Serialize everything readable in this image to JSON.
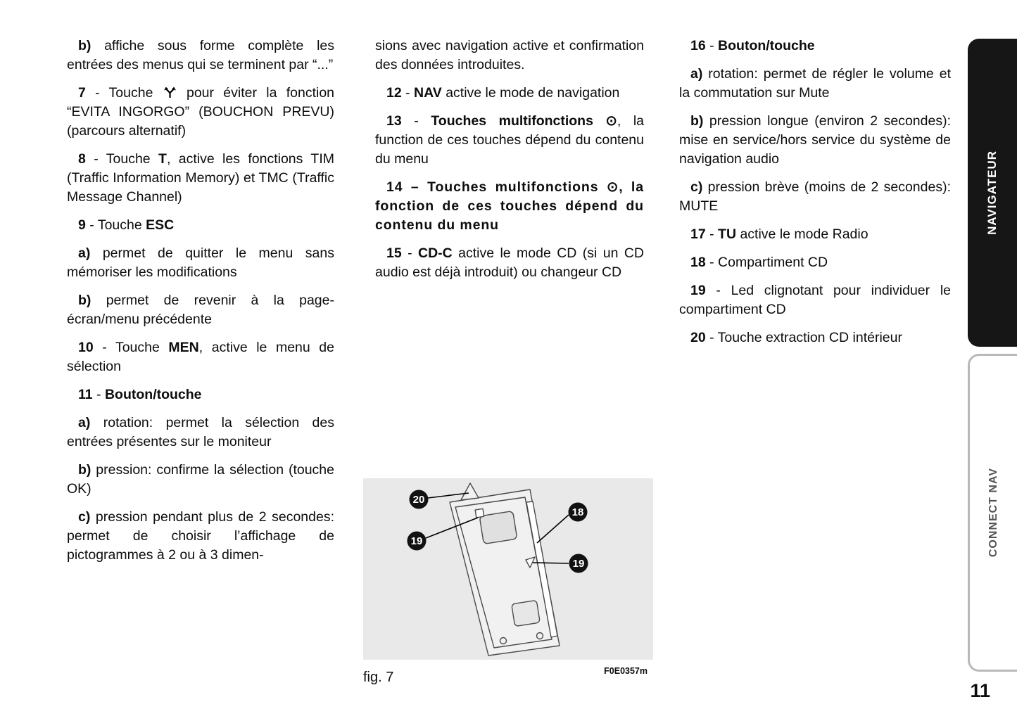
{
  "page": {
    "number": "11"
  },
  "sidebar": {
    "tab_top": {
      "label": "NAVIGATEUR"
    },
    "tab_bottom": {
      "label": "CONNECT NAV"
    }
  },
  "figure": {
    "label": "fig. 7",
    "code": "F0E0357m",
    "callouts": [
      "20",
      "19",
      "18",
      "19"
    ]
  },
  "columns": {
    "col1": {
      "paragraphs": [
        {
          "segments": [
            {
              "t": "b)",
              "b": true
            },
            {
              "t": " affiche sous forme complète les entrées des menus qui se terminent par “...”"
            }
          ]
        },
        {
          "segments": [
            {
              "t": "7",
              "b": true
            },
            {
              "t": " - Touche "
            },
            {
              "icon": "detour-icon"
            },
            {
              "t": " pour éviter la fonction “EVITA INGORGO” (BOUCHON PREVU) (parcours alternatif)"
            }
          ]
        },
        {
          "segments": [
            {
              "t": "8",
              "b": true
            },
            {
              "t": " - Touche "
            },
            {
              "t": "T",
              "b": true
            },
            {
              "t": ", active les fonctions TIM (Traffic Information Memory) et TMC (Traffic Message Channel)"
            }
          ]
        },
        {
          "segments": [
            {
              "t": "9",
              "b": true
            },
            {
              "t": " - Touche "
            },
            {
              "t": "ESC",
              "b": true
            }
          ]
        },
        {
          "segments": [
            {
              "t": "a)",
              "b": true
            },
            {
              "t": " permet de quitter le menu sans mémoriser les modifications"
            }
          ]
        },
        {
          "segments": [
            {
              "t": "b)",
              "b": true
            },
            {
              "t": " permet de revenir à la page-écran/menu précédente"
            }
          ]
        },
        {
          "segments": [
            {
              "t": "10",
              "b": true
            },
            {
              "t": " - Touche "
            },
            {
              "t": "MEN",
              "b": true
            },
            {
              "t": ", active le menu de sélection"
            }
          ]
        },
        {
          "segments": [
            {
              "t": "11",
              "b": true
            },
            {
              "t": " - "
            },
            {
              "t": "Bouton/touche",
              "b": true
            }
          ]
        },
        {
          "segments": [
            {
              "t": "a)",
              "b": true
            },
            {
              "t": " rotation: permet la sélection des entrées présentes sur le moniteur"
            }
          ]
        },
        {
          "segments": [
            {
              "t": "b)",
              "b": true
            },
            {
              "t": " pression: confirme la sélection (touche OK)"
            }
          ]
        },
        {
          "segments": [
            {
              "t": "c)",
              "b": true
            },
            {
              "t": " pression pendant plus de 2 secondes: permet de choisir l’affichage de pictogrammes à 2 ou à 3 dimen-"
            }
          ]
        }
      ]
    },
    "col2": {
      "paragraphs": [
        {
          "indent": false,
          "segments": [
            {
              "t": "sions avec navigation active et confirmation des données introduites."
            }
          ]
        },
        {
          "segments": [
            {
              "t": "12",
              "b": true
            },
            {
              "t": " - "
            },
            {
              "t": "NAV",
              "b": true
            },
            {
              "t": " active le mode de navigation"
            }
          ]
        },
        {
          "segments": [
            {
              "t": "13",
              "b": true
            },
            {
              "t": " - "
            },
            {
              "t": "Touches multifonctions ",
              "b": true
            },
            {
              "icon": "multifunction-button-icon",
              "glyph": "⊙",
              "b": true
            },
            {
              "t": ", la function de ces touches dépend du contenu du menu"
            }
          ]
        },
        {
          "style": "boldwide",
          "segments": [
            {
              "t": "14",
              "b": true
            },
            {
              "t": " – ",
              "b": true
            },
            {
              "t": "Touches multifonctions ",
              "b": true
            },
            {
              "icon": "multifunction-button-icon",
              "glyph": "⊙",
              "b": true
            },
            {
              "t": ", la fonction de ces touches dépend du contenu du menu",
              "b": true
            }
          ]
        },
        {
          "segments": [
            {
              "t": "15",
              "b": true
            },
            {
              "t": " - "
            },
            {
              "t": "CD-C",
              "b": true
            },
            {
              "t": " active le mode CD (si un CD audio est déjà introduit) ou changeur CD"
            }
          ]
        }
      ]
    },
    "col3": {
      "paragraphs": [
        {
          "segments": [
            {
              "t": "16",
              "b": true
            },
            {
              "t": " - "
            },
            {
              "t": "Bouton/touche",
              "b": true
            }
          ]
        },
        {
          "segments": [
            {
              "t": "a)",
              "b": true
            },
            {
              "t": " rotation: permet de régler le volume et la commutation sur Mute"
            }
          ]
        },
        {
          "segments": [
            {
              "t": "b)",
              "b": true
            },
            {
              "t": " pression longue (environ 2 secondes): mise en service/hors service du système de navigation audio"
            }
          ]
        },
        {
          "segments": [
            {
              "t": "c)",
              "b": true
            },
            {
              "t": " pression brève (moins de 2 secondes): MUTE"
            }
          ]
        },
        {
          "segments": [
            {
              "t": "17",
              "b": true
            },
            {
              "t": " - "
            },
            {
              "t": "TU",
              "b": true
            },
            {
              "t": " active le mode Radio"
            }
          ]
        },
        {
          "segments": [
            {
              "t": "18",
              "b": true
            },
            {
              "t": " - Compartiment CD"
            }
          ]
        },
        {
          "segments": [
            {
              "t": "19",
              "b": true
            },
            {
              "t": " - Led clignotant pour individuer le compartiment CD"
            }
          ]
        },
        {
          "segments": [
            {
              "t": "20",
              "b": true
            },
            {
              "t": " - Touche extraction CD intérieur"
            }
          ]
        }
      ]
    }
  }
}
